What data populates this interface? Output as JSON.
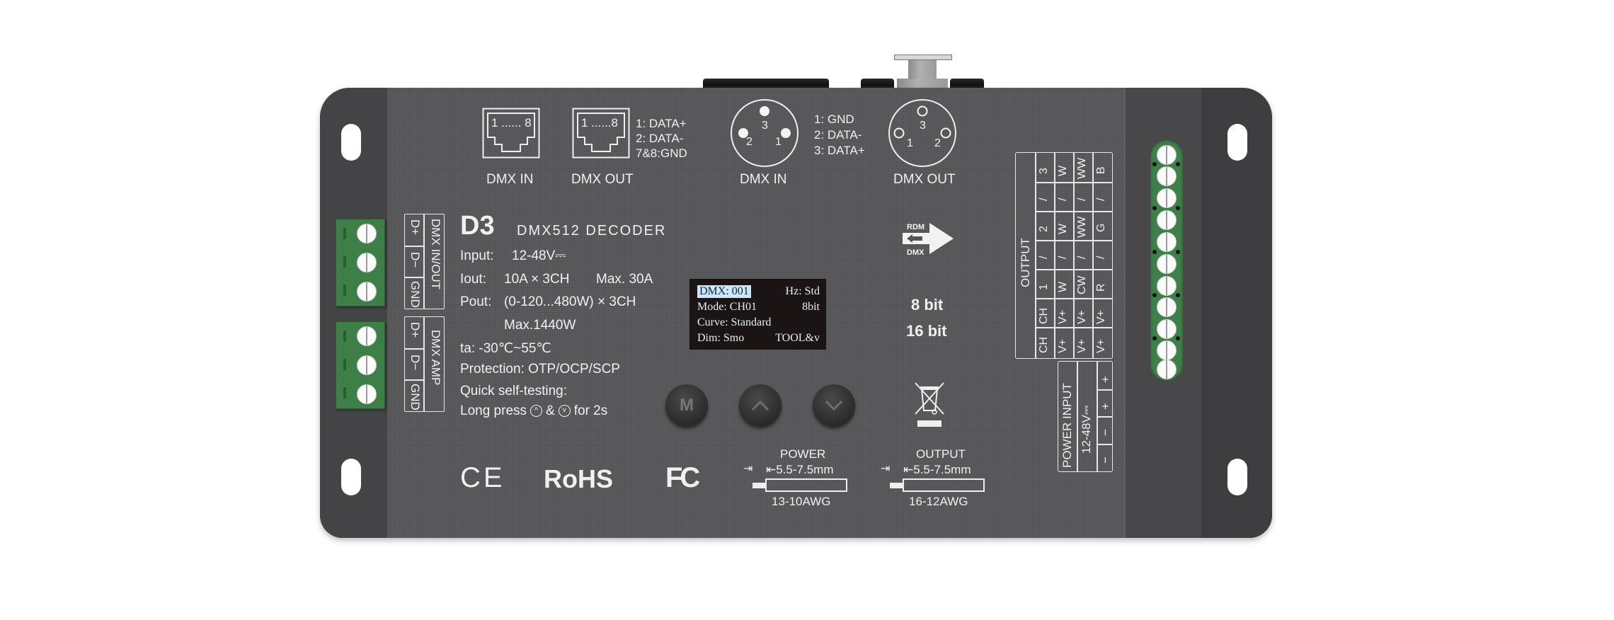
{
  "device": {
    "model": "D3",
    "product_name": "DMX512 DECODER",
    "body_color": "#4c4c4e",
    "terminal_color": "#3e7f48"
  },
  "top_ports": {
    "rj45_in": {
      "pins": "1 ...... 8",
      "label": "DMX  IN"
    },
    "rj45_out": {
      "pins": "1 ......8",
      "label": "DMX OUT"
    },
    "rj45_pinout": [
      "1: DATA+",
      "2: DATA-",
      "7&8:GND"
    ],
    "xlr_in": {
      "label": "DMX  IN",
      "pins": [
        "3",
        "2",
        "1"
      ]
    },
    "xlr_pinout": [
      "1: GND",
      "2: DATA-",
      "3: DATA+"
    ],
    "xlr_out": {
      "label": "DMX OUT",
      "pins": [
        "3",
        "1",
        "2"
      ]
    }
  },
  "left_terminals": {
    "group1": {
      "title": "DMX IN/OUT",
      "pins": [
        "D+",
        "D−",
        "GND"
      ]
    },
    "group2": {
      "title": "DMX AMP",
      "pins": [
        "D+",
        "D−",
        "GND"
      ]
    }
  },
  "specs": {
    "input": {
      "label": "Input:",
      "value": "12-48V⎓"
    },
    "iout": {
      "label": "Iout:",
      "value": "10A × 3CH",
      "max": "Max. 30A"
    },
    "pout": {
      "label": "Pout:",
      "value": "(0-120...480W) × 3CH",
      "max": "Max.1440W"
    },
    "ta": "ta: -30℃~55℃",
    "protection": "Protection:  OTP/OCP/SCP",
    "self_test_title": "Quick self-testing:",
    "self_test_line_prefix": "Long  press",
    "self_test_line_mid": "&",
    "self_test_line_suffix": "for 2s"
  },
  "oled": {
    "dmx": "DMX: 001",
    "hz": "Hz: Std",
    "mode": "Mode: CH01",
    "bit": "8bit",
    "curve": "Curve: Standard",
    "dim": "Dim: Smo",
    "tool": "TOOL&v"
  },
  "buttons": {
    "m": "M",
    "up": "up",
    "down": "down"
  },
  "rdm": {
    "top": "RDM",
    "bottom": "DMX"
  },
  "bit_modes": [
    "8 bit",
    "16 bit"
  ],
  "output_table": {
    "title": "OUTPUT",
    "rows": [
      [
        "CH",
        "V+",
        "V+",
        "V+"
      ],
      [
        "CH",
        "V+",
        "V+",
        "V+"
      ],
      [
        "1",
        "W",
        "CW",
        "R"
      ],
      [
        "/",
        "/",
        "/",
        "/"
      ],
      [
        "2",
        "W",
        "WW",
        "G"
      ],
      [
        "/",
        "/",
        "/",
        "/"
      ],
      [
        "3",
        "W",
        "WW",
        "B"
      ]
    ]
  },
  "power_input": {
    "title": "POWER INPUT",
    "voltage": "12-48V⎓",
    "pins": [
      "−",
      "−",
      "+",
      "+"
    ]
  },
  "certifications": [
    "CE",
    "RoHS",
    "FC"
  ],
  "wire_specs": {
    "power": {
      "title": "POWER",
      "strip": "5.5-7.5mm",
      "gauge": "13-10AWG"
    },
    "output": {
      "title": "OUTPUT",
      "strip": "5.5-7.5mm",
      "gauge": "16-12AWG"
    }
  }
}
